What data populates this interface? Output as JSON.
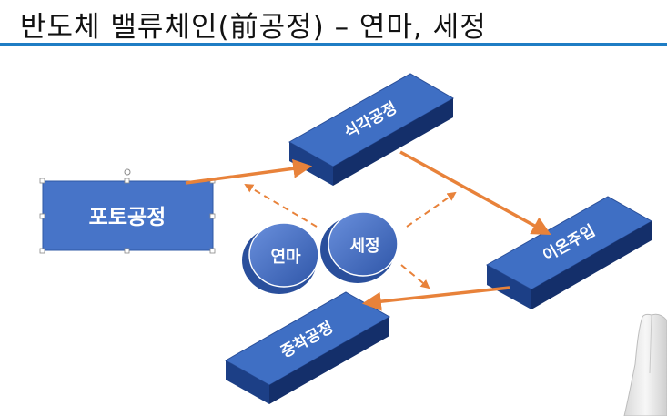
{
  "page": {
    "title": "반도체 밸류체인(前공정) – 연마, 세정",
    "accent_color": "#1f7dc4"
  },
  "diagram": {
    "nodes": {
      "photo": "포토공정",
      "etch": "식각공정",
      "ion": "이온주입",
      "deposition": "증착공정",
      "polish": "연마",
      "clean": "세정"
    },
    "colors": {
      "box_top": "#3f6fc4",
      "box_side": "#1c3f86",
      "arrow": "#e8823a",
      "disc": "#3e68bd"
    }
  },
  "decorations": {
    "hand_icon": "hand-icon"
  }
}
